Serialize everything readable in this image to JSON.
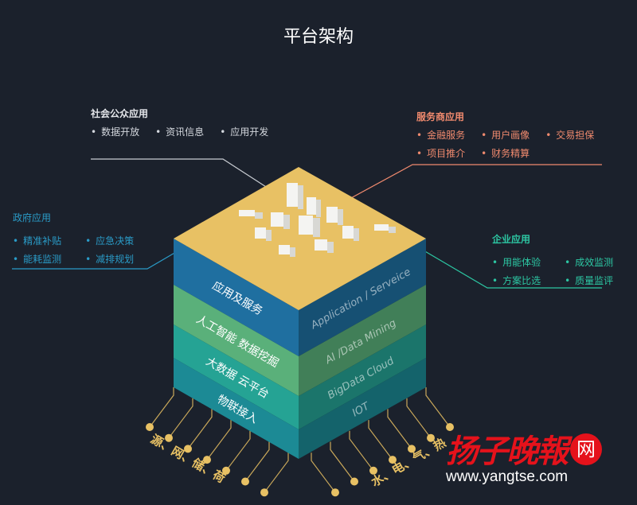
{
  "title": "平台架构",
  "groups": {
    "social": {
      "heading": "社会公众应用",
      "items": [
        "数据开放",
        "资讯信息",
        "应用开发"
      ],
      "color": "#d4d8de"
    },
    "gov": {
      "heading": "政府应用",
      "items": [
        "精准补贴",
        "应急决策",
        "能耗监测",
        "减排规划"
      ],
      "color": "#2a9bc7"
    },
    "service": {
      "heading": "服务商应用",
      "items": [
        "金融服务",
        "用户画像",
        "交易担保",
        "项目推介",
        "财务精算"
      ],
      "color": "#f08a6e"
    },
    "enterprise": {
      "heading": "企业应用",
      "items": [
        "用能体验",
        "成效监测",
        "方案比选",
        "质量监评"
      ],
      "color": "#2cc7a3"
    }
  },
  "layers": [
    {
      "cn": "应用及服务",
      "en": "Application / Serveice",
      "color": "#1f6fa0"
    },
    {
      "cn": "人工智能 数据挖掘",
      "en": "AI /Data Mining",
      "color": "#5ab07a"
    },
    {
      "cn": "大数据 云平台",
      "en": "BigData Cloud",
      "color": "#25a394"
    },
    {
      "cn": "物联接入",
      "en": "IOT",
      "color": "#1c8a95"
    }
  ],
  "bottom_left_label": "源、网、储、荷",
  "bottom_right_label": "水、电、气、热",
  "logo": {
    "text": "扬子晚報",
    "badge": "网",
    "url": "www.yangtse.com"
  }
}
